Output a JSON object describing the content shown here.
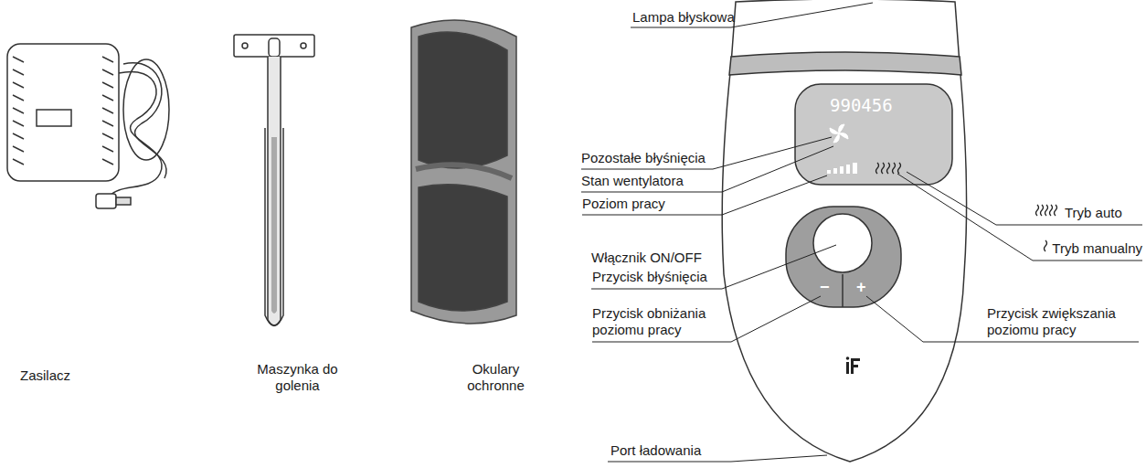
{
  "diagram": {
    "labels": [
      "Zasilacz",
      "Maszynka do golenia",
      "Okulary ochronne",
      "Lampa błyskowa",
      "990456",
      "Pozostałe błyśnięcia",
      "Stan wentylatora",
      "Poziom pracy",
      "Włącznik ON/OFF",
      "Przycisk błyśnięcia",
      "Przycisk obniżania poziomu pracy",
      "−",
      "+",
      "Tryb auto",
      "Tryb manualny",
      "Przycisk zwiększania poziomu pracy",
      "Port ładowania"
    ]
  }
}
